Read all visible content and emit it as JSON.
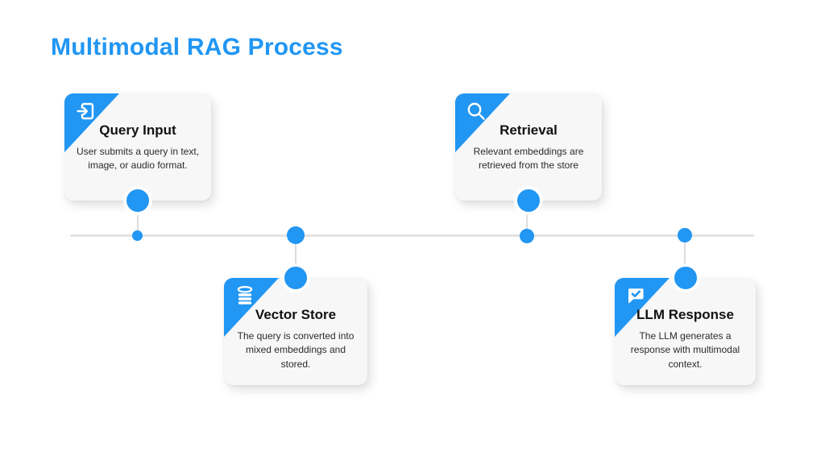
{
  "page": {
    "title": "Multimodal RAG Process",
    "accent_color": "#2196F3",
    "card_background": "#f7f7f8",
    "timeline_color": "#e3e3e4",
    "background": "#ffffff"
  },
  "steps": [
    {
      "id": "query-input",
      "title": "Query Input",
      "description": "User submits a query in text, image, or audio format.",
      "icon": "login-icon",
      "position": "above-timeline"
    },
    {
      "id": "vector-store",
      "title": "Vector Store",
      "description": "The query is converted into mixed embeddings and stored.",
      "icon": "database-icon",
      "position": "below-timeline"
    },
    {
      "id": "retrieval",
      "title": "Retrieval",
      "description": "Relevant embeddings are retrieved from the store",
      "icon": "search-icon",
      "position": "above-timeline"
    },
    {
      "id": "llm-response",
      "title": "LLM Response",
      "description": "The LLM generates a response with multimodal context.",
      "icon": "chat-check-icon",
      "position": "below-timeline"
    }
  ]
}
